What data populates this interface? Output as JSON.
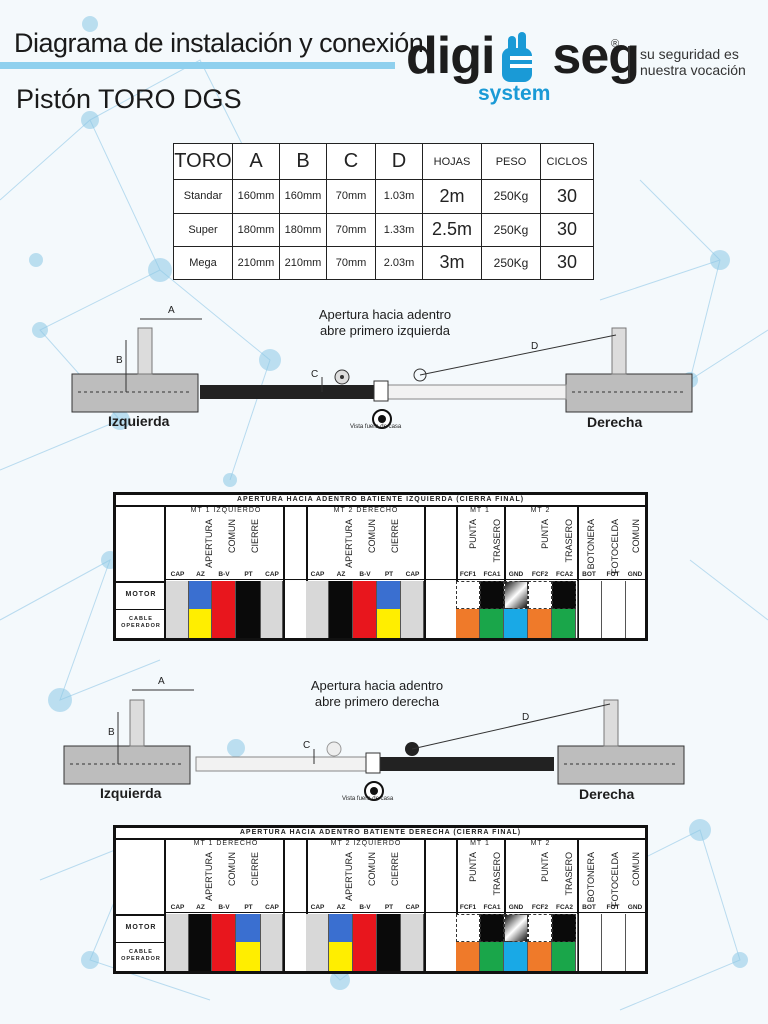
{
  "header": {
    "title": "Diagrama de instalación y conexión",
    "subtitle": "Pistón TORO DGS",
    "logo_digi": "digi",
    "logo_seg": "seg",
    "logo_system": "system",
    "logo_reg": "®",
    "tagline_1": "su seguridad es",
    "tagline_2": "nuestra vocación"
  },
  "colors": {
    "accent": "#8fd0ee",
    "logo_blue": "#1a9ad6",
    "wire_blue": "#3a6fd0",
    "wire_yellow": "#ffee00",
    "wire_red": "#e8161d",
    "wire_black": "#0a0a0a",
    "wire_orange": "#ef7a2a",
    "wire_green": "#1aa64a",
    "wire_cyan": "#19a9e6",
    "wire_gray": "#d8d8d8"
  },
  "spec_table": {
    "headers": [
      "TORO",
      "A",
      "B",
      "C",
      "D",
      "HOJAS",
      "PESO",
      "CICLOS"
    ],
    "rows": [
      [
        "Standar",
        "160mm",
        "160mm",
        "70mm",
        "1.03m",
        "2m",
        "250Kg",
        "30"
      ],
      [
        "Super",
        "180mm",
        "180mm",
        "70mm",
        "1.33m",
        "2.5m",
        "250Kg",
        "30"
      ],
      [
        "Mega",
        "210mm",
        "210mm",
        "70mm",
        "2.03m",
        "3m",
        "250Kg",
        "30"
      ]
    ]
  },
  "diagram1": {
    "caption_1": "Apertura hacia adentro",
    "caption_2": "abre primero izquierda",
    "left": "Izquierda",
    "right": "Derecha",
    "view": "Vista fuera de casa",
    "dim_a": "A",
    "dim_b": "B",
    "dim_c": "C",
    "dim_d": "D"
  },
  "diagram2": {
    "caption_1": "Apertura hacia adentro",
    "caption_2": "abre primero derecha",
    "left": "Izquierda",
    "right": "Derecha",
    "view": "Vista fuera de casa",
    "dim_a": "A",
    "dim_b": "B",
    "dim_c": "C",
    "dim_d": "D"
  },
  "wiring1": {
    "title": "APERTURA HACIA ADENTRO BATIENTE IZQUIERDA (CIERRA FINAL)",
    "group1": "MT 1 IZQUIERDO",
    "group2": "MT 2 DERECHO",
    "group3": "MT 1",
    "group4": "MT 2",
    "v_labels_motor": [
      "APERTURA",
      "COMUN",
      "CIERRE"
    ],
    "v_labels_limit": [
      "PUNTA",
      "TRASERO"
    ],
    "v_labels_extra": [
      "BOTONERA",
      "FOTOCELDA",
      "COMUN"
    ],
    "terminals": [
      "CAP",
      "AZ",
      "B-V",
      "PT",
      "CAP",
      "CAP",
      "AZ",
      "B-V",
      "PT",
      "CAP",
      "FCF1",
      "FCA1",
      "GND",
      "FCF2",
      "FCA2",
      "BOT",
      "FOT",
      "GND"
    ],
    "row_motor": "MOTOR",
    "row_cable_1": "CABLE",
    "row_cable_2": "OPERADOR",
    "motor_colors": [
      "gray",
      "blue",
      "red",
      "black",
      "gray",
      "gray",
      "black",
      "red",
      "blue",
      "gray"
    ],
    "cable_colors": [
      "gray",
      "yellow",
      "red",
      "black",
      "gray",
      "gray",
      "black",
      "red",
      "yellow",
      "gray"
    ]
  },
  "wiring2": {
    "title": "APERTURA HACIA ADENTRO BATIENTE DERECHA (CIERRA FINAL)",
    "group1": "MT 1 DERECHO",
    "group2": "MT 2 IZQUIERDO",
    "group3": "MT 1",
    "group4": "MT 2",
    "v_labels_motor": [
      "APERTURA",
      "COMUN",
      "CIERRE"
    ],
    "v_labels_limit": [
      "PUNTA",
      "TRASERO"
    ],
    "v_labels_extra": [
      "BOTONERA",
      "FOTOCELDA",
      "COMUN"
    ],
    "terminals": [
      "CAP",
      "AZ",
      "B-V",
      "PT",
      "CAP",
      "CAP",
      "AZ",
      "B-V",
      "PT",
      "CAP",
      "FCF1",
      "FCA1",
      "GND",
      "FCF2",
      "FCA2",
      "BOT",
      "FOT",
      "GND"
    ],
    "row_motor": "MOTOR",
    "row_cable_1": "CABLE",
    "row_cable_2": "OPERADOR",
    "motor_colors": [
      "gray",
      "black",
      "red",
      "blue",
      "gray",
      "gray",
      "blue",
      "red",
      "black",
      "gray"
    ],
    "cable_colors": [
      "gray",
      "black",
      "red",
      "yellow",
      "gray",
      "gray",
      "yellow",
      "red",
      "black",
      "gray"
    ]
  }
}
